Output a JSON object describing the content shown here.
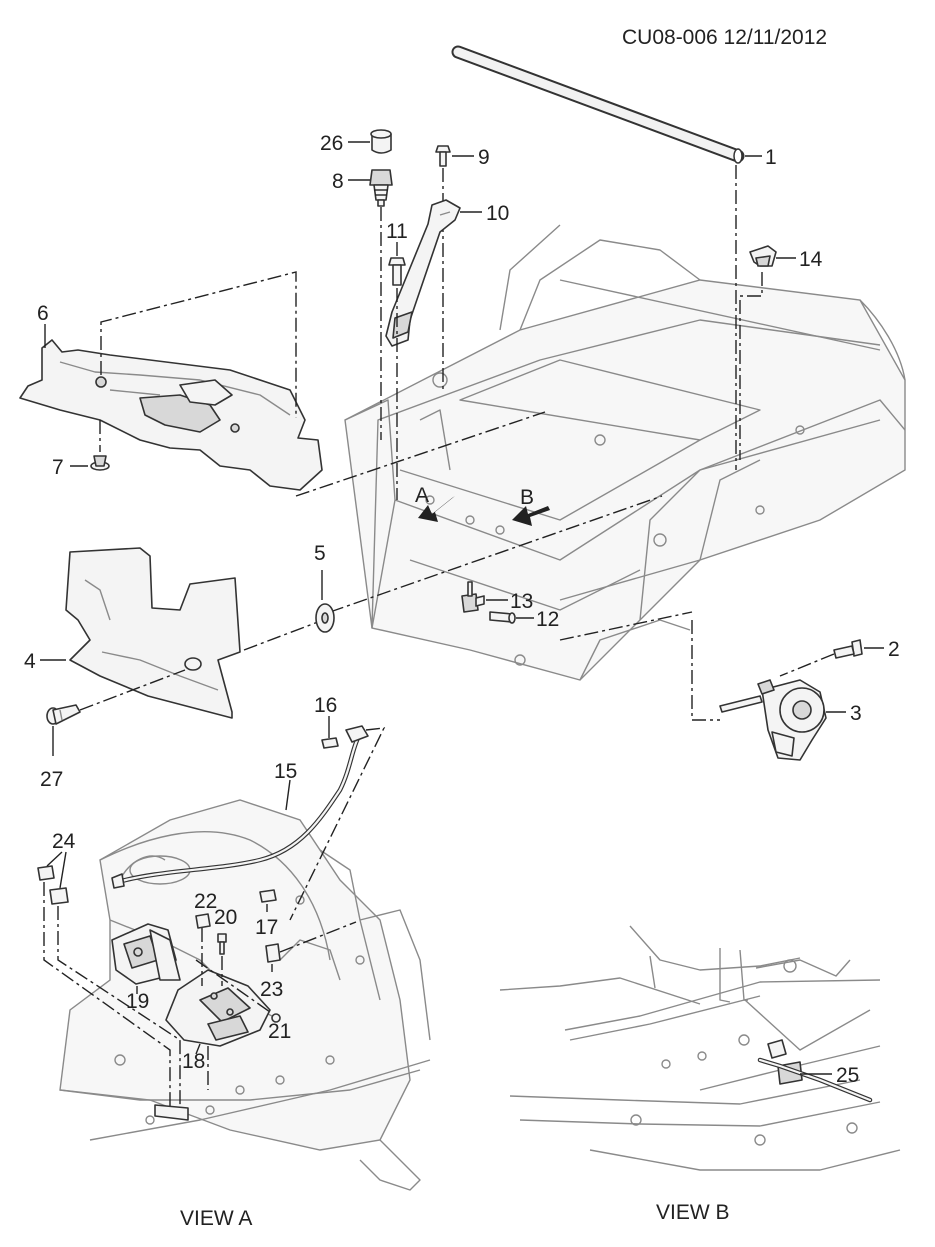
{
  "header": {
    "doc_ref": "CU08-006  12/11/2012"
  },
  "callouts": {
    "c1": "1",
    "c2": "2",
    "c3": "3",
    "c4": "4",
    "c5": "5",
    "c6": "6",
    "c7": "7",
    "c8": "8",
    "c9": "9",
    "c10": "10",
    "c11": "11",
    "c12": "12",
    "c13": "13",
    "c14": "14",
    "c15": "15",
    "c16": "16",
    "c17": "17",
    "c18": "18",
    "c19": "19",
    "c20": "20",
    "c21": "21",
    "c22": "22",
    "c23": "23",
    "c24": "24",
    "c25": "25",
    "c26": "26",
    "c27": "27"
  },
  "view_arrows": {
    "a": "A",
    "b": "B"
  },
  "views": {
    "view_a": "VIEW A",
    "view_b": "VIEW B"
  }
}
